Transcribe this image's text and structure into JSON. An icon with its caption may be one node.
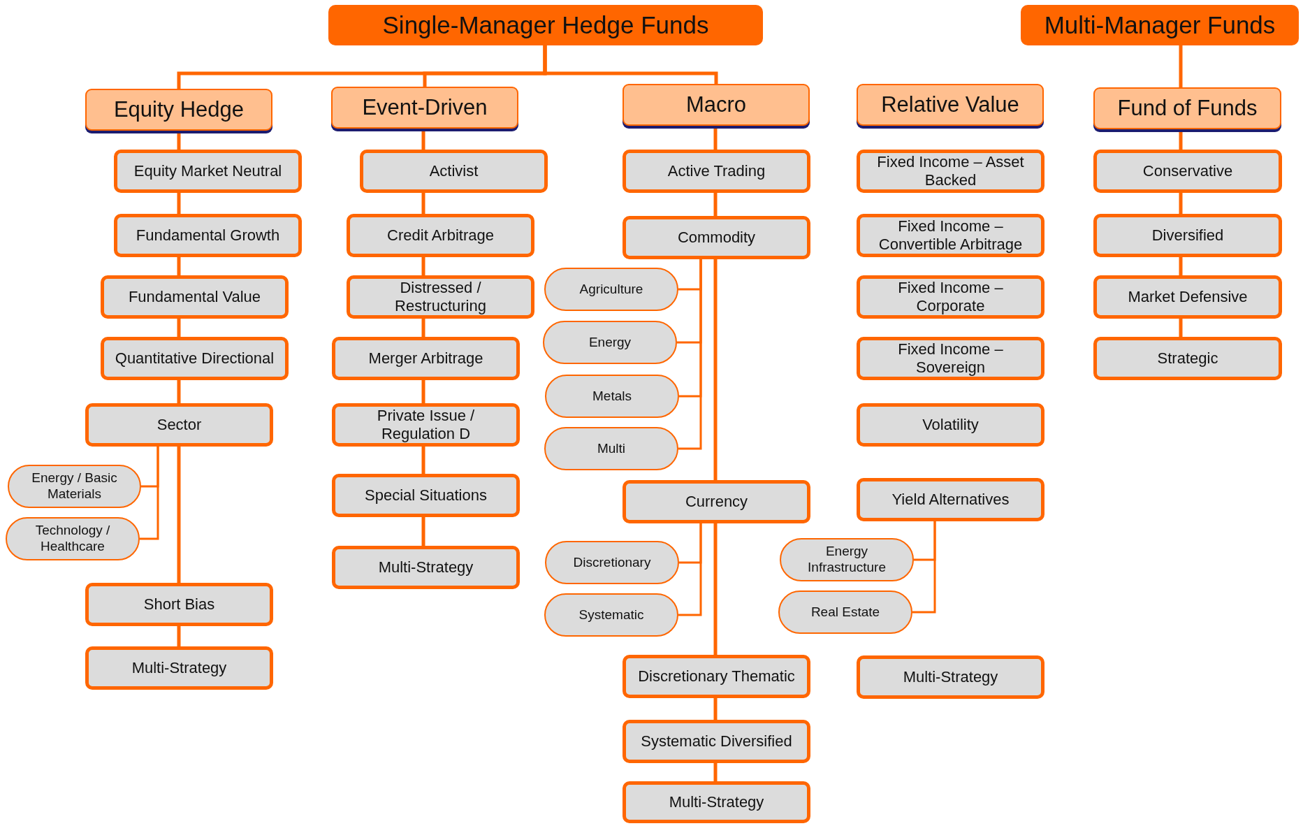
{
  "diagram": {
    "nodes": [
      {
        "text": [
          "Single-Manager Hedge Funds"
        ]
      },
      {
        "text": [
          "Multi-Manager Funds"
        ]
      },
      {
        "text": [
          "Equity Hedge"
        ]
      },
      {
        "text": [
          "Equity Market Neutral"
        ]
      },
      {
        "text": [
          "Fundamental Growth"
        ]
      },
      {
        "text": [
          "Fundamental Value"
        ]
      },
      {
        "text": [
          "Quantitative Directional"
        ]
      },
      {
        "text": [
          "Sector"
        ]
      },
      {
        "text": [
          "Energy / Basic Materials"
        ]
      },
      {
        "text": [
          "Technology / Healthcare"
        ]
      },
      {
        "text": [
          "Short Bias"
        ]
      },
      {
        "text": [
          "Multi-Strategy"
        ]
      },
      {
        "text": [
          "Event-Driven"
        ]
      },
      {
        "text": [
          "Activist"
        ]
      },
      {
        "text": [
          "Credit Arbitrage"
        ]
      },
      {
        "text": [
          "Distressed / Restructuring"
        ]
      },
      {
        "text": [
          "Merger Arbitrage"
        ]
      },
      {
        "text": [
          "Private Issue / Regulation D"
        ]
      },
      {
        "text": [
          "Special Situations"
        ]
      },
      {
        "text": [
          "Multi-Strategy"
        ]
      },
      {
        "text": [
          "Macro"
        ]
      },
      {
        "text": [
          "Active Trading"
        ]
      },
      {
        "text": [
          "Commodity"
        ]
      },
      {
        "text": [
          "Agriculture"
        ]
      },
      {
        "text": [
          "Energy"
        ]
      },
      {
        "text": [
          "Metals"
        ]
      },
      {
        "text": [
          "Multi"
        ]
      },
      {
        "text": [
          "Currency"
        ]
      },
      {
        "text": [
          "Discretionary"
        ]
      },
      {
        "text": [
          "Systematic"
        ]
      },
      {
        "text": [
          "Discretionary Thematic"
        ]
      },
      {
        "text": [
          "Systematic Diversified"
        ]
      },
      {
        "text": [
          "Multi-Strategy"
        ]
      },
      {
        "text": [
          "Relative Value"
        ]
      },
      {
        "text": [
          "Fixed Income – Asset Backed"
        ]
      },
      {
        "text": [
          "Fixed Income – Convertible Arbitrage"
        ]
      },
      {
        "text": [
          "Fixed Income – Corporate"
        ]
      },
      {
        "text": [
          "Fixed Income – Sovereign"
        ]
      },
      {
        "text": [
          "Volatility"
        ]
      },
      {
        "text": [
          "Yield Alternatives"
        ]
      },
      {
        "text": [
          "Energy Infrastructure"
        ]
      },
      {
        "text": [
          "Real Estate"
        ]
      },
      {
        "text": [
          "Multi-Strategy"
        ]
      },
      {
        "text": [
          "Fund of Funds"
        ]
      },
      {
        "text": [
          "Conservative"
        ]
      },
      {
        "text": [
          "Diversified"
        ]
      },
      {
        "text": [
          "Market Defensive"
        ]
      },
      {
        "text": [
          "Strategic"
        ]
      }
    ],
    "edges": [
      {
        "from": 0,
        "to": 2,
        "arrow": "none"
      },
      {
        "from": 0,
        "to": 12,
        "arrow": "none"
      },
      {
        "from": 0,
        "to": 20,
        "arrow": "none"
      },
      {
        "from": 2,
        "to": 3,
        "arrow": "none"
      },
      {
        "from": 3,
        "to": 4,
        "arrow": "none"
      },
      {
        "from": 4,
        "to": 5,
        "arrow": "none"
      },
      {
        "from": 5,
        "to": 6,
        "arrow": "none"
      },
      {
        "from": 6,
        "to": 7,
        "arrow": "none"
      },
      {
        "from": 7,
        "to": 8,
        "arrow": "none"
      },
      {
        "from": 7,
        "to": 9,
        "arrow": "none"
      },
      {
        "from": 7,
        "to": 10,
        "arrow": "none"
      },
      {
        "from": 10,
        "to": 11,
        "arrow": "none"
      },
      {
        "from": 12,
        "to": 13,
        "arrow": "none"
      },
      {
        "from": 13,
        "to": 14,
        "arrow": "none"
      },
      {
        "from": 14,
        "to": 15,
        "arrow": "none"
      },
      {
        "from": 15,
        "to": 16,
        "arrow": "none"
      },
      {
        "from": 16,
        "to": 17,
        "arrow": "none"
      },
      {
        "from": 17,
        "to": 18,
        "arrow": "none"
      },
      {
        "from": 18,
        "to": 19,
        "arrow": "none"
      },
      {
        "from": 20,
        "to": 21,
        "arrow": "none"
      },
      {
        "from": 21,
        "to": 22,
        "arrow": "none"
      },
      {
        "from": 22,
        "to": 23,
        "arrow": "none"
      },
      {
        "from": 22,
        "to": 24,
        "arrow": "none"
      },
      {
        "from": 22,
        "to": 25,
        "arrow": "none"
      },
      {
        "from": 22,
        "to": 26,
        "arrow": "none"
      },
      {
        "from": 22,
        "to": 27,
        "arrow": "none"
      },
      {
        "from": 27,
        "to": 28,
        "arrow": "none"
      },
      {
        "from": 27,
        "to": 29,
        "arrow": "none"
      },
      {
        "from": 27,
        "to": 30,
        "arrow": "none"
      },
      {
        "from": 30,
        "to": 31,
        "arrow": "none"
      },
      {
        "from": 31,
        "to": 32,
        "arrow": "none"
      },
      {
        "from": 39,
        "to": 40,
        "arrow": "none"
      },
      {
        "from": 39,
        "to": 41,
        "arrow": "none"
      },
      {
        "from": 1,
        "to": 43,
        "arrow": "none"
      },
      {
        "from": 43,
        "to": 44,
        "arrow": "none"
      },
      {
        "from": 44,
        "to": 45,
        "arrow": "none"
      },
      {
        "from": 45,
        "to": 46,
        "arrow": "none"
      },
      {
        "from": 46,
        "to": 47,
        "arrow": "none"
      }
    ]
  }
}
